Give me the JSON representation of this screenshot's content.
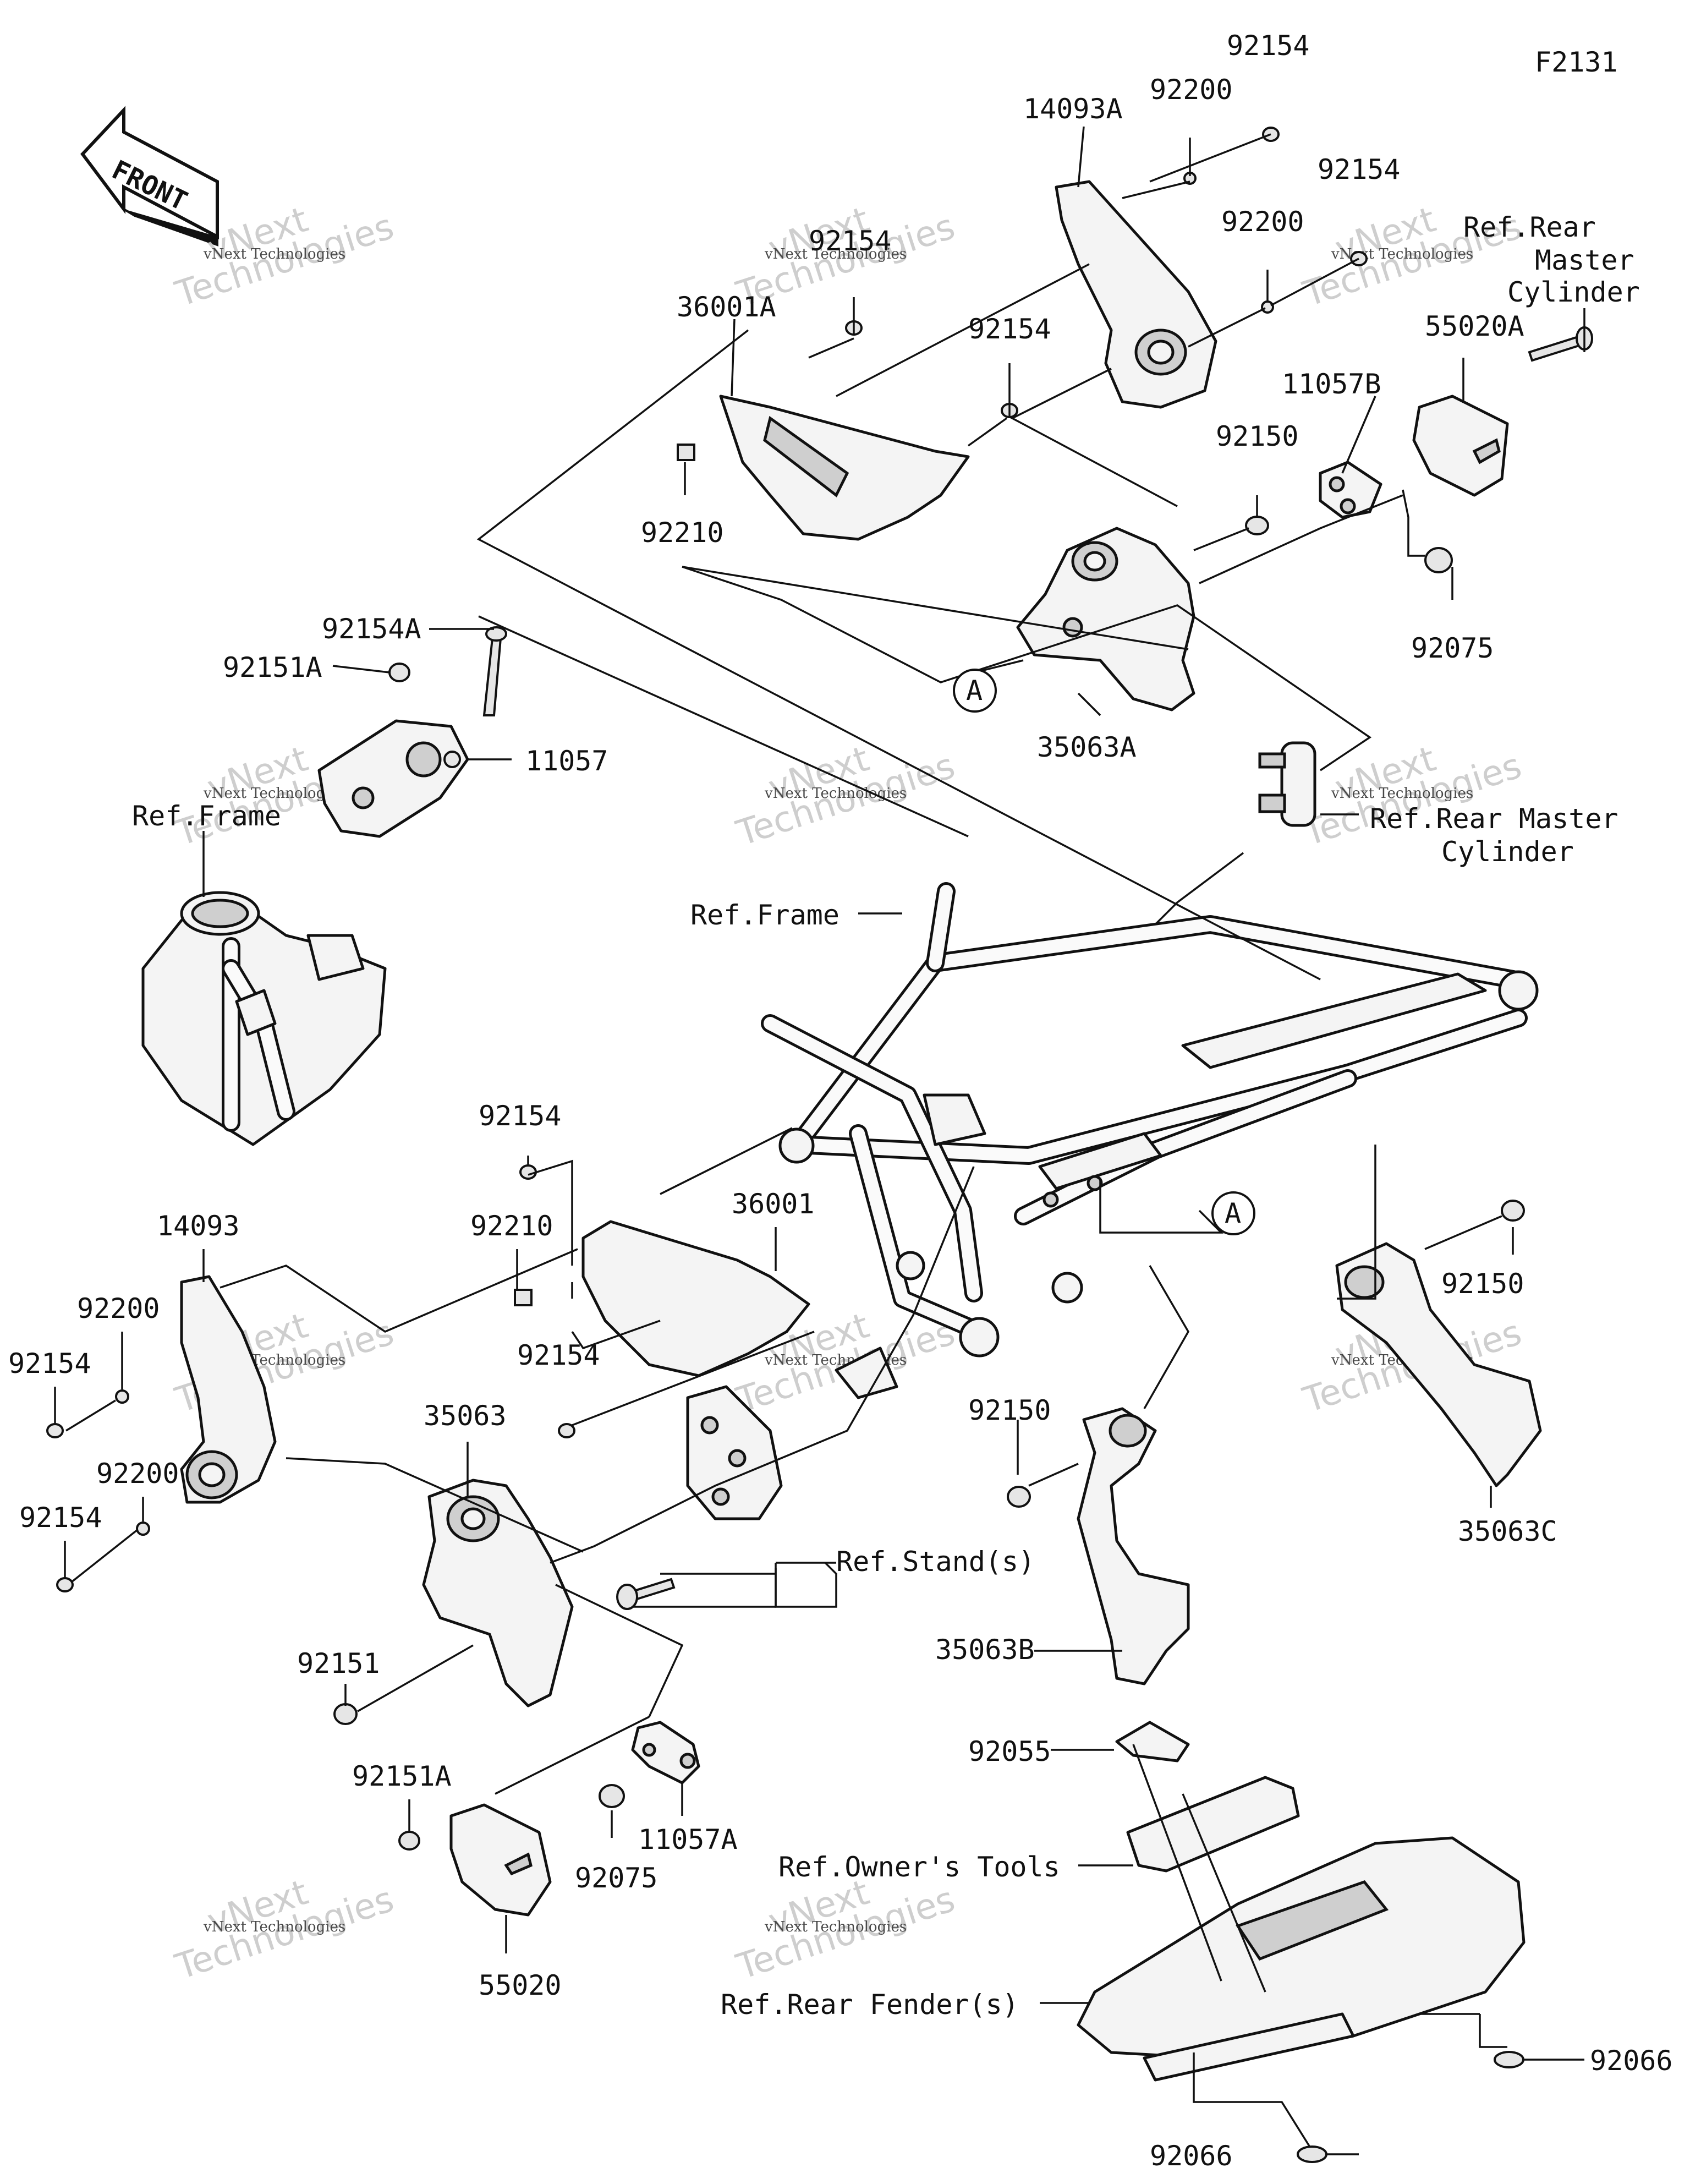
{
  "figure_code": "F2131",
  "front_badge": "FRONT",
  "watermark": {
    "company": "vNext Technologies",
    "big_line1": "vNext",
    "big_line2": "Technologies"
  },
  "labels": {
    "p_92154_a": "92154",
    "p_92200_a": "92200",
    "p_14093A": "14093A",
    "p_92154_b": "92154",
    "p_92200_b": "92200",
    "ref_rear_master_cyl_1": "Ref.Rear",
    "ref_rear_master_cyl_2": "Master",
    "ref_rear_master_cyl_3": "Cylinder",
    "p_92154_c": "92154",
    "p_36001A": "36001A",
    "p_92154_d": "92154",
    "p_55020A": "55020A",
    "p_11057B": "11057B",
    "p_92150_a": "92150",
    "p_92210_a": "92210",
    "p_92075_a": "92075",
    "p_92154A": "92154A",
    "p_92151A_a": "92151A",
    "p_11057": "11057",
    "ref_frame_1": "Ref.Frame",
    "p_35063A": "35063A",
    "ref_rear_master_cyl2_1": "Ref.Rear Master",
    "ref_rear_master_cyl2_2": "Cylinder",
    "ref_frame_2": "Ref.Frame",
    "p_92154_e": "92154",
    "p_92210_b": "92210",
    "p_36001": "36001",
    "p_14093": "14093",
    "p_92200_c": "92200",
    "p_92154_f": "92154",
    "p_92154_g": "92154",
    "p_92150_b": "92150",
    "p_35063": "35063",
    "p_92200_d": "92200",
    "p_92150_c": "92150",
    "p_92154_h": "92154",
    "ref_stands": "Ref.Stand(s)",
    "p_35063C": "35063C",
    "p_92151": "92151",
    "p_35063B": "35063B",
    "p_92151A_b": "92151A",
    "p_92055": "92055",
    "p_11057A": "11057A",
    "p_92075_b": "92075",
    "ref_owners_tools": "Ref.Owner's Tools",
    "p_55020": "55020",
    "ref_rear_fender": "Ref.Rear Fender(s)",
    "p_92066_a": "92066",
    "p_92066_b": "92066",
    "callout_a1": "A",
    "callout_a2": "A"
  }
}
